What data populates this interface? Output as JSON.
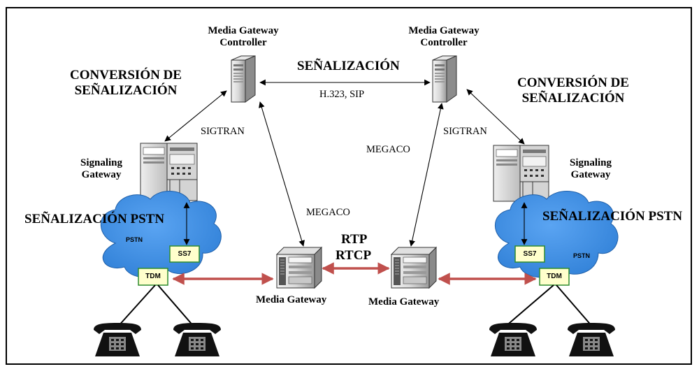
{
  "labels": {
    "mgc_left": "Media Gateway\nController",
    "mgc_right": "Media Gateway\nController",
    "senalizacion": "SEÑALIZACIÓN",
    "h323_sip": "H.323, SIP",
    "conv_left": "CONVERSIÓN DE\nSEÑALIZACIÓN",
    "conv_right": "CONVERSIÓN DE\nSEÑALIZACIÓN",
    "sigtran_left": "SIGTRAN",
    "sigtran_right": "SIGTRAN",
    "megaco_left": "MEGACO",
    "megaco_right": "MEGACO",
    "sg_left": "Signaling\nGateway",
    "sg_right": "Signaling\nGateway",
    "pstn_sig_left": "SEÑALIZACIÓN PSTN",
    "pstn_sig_right": "SEÑALIZACIÓN PSTN",
    "rtp": "RTP",
    "rtcp": "RTCP",
    "mg_left": "Media Gateway",
    "mg_right": "Media Gateway"
  },
  "clouds": {
    "left": {
      "name": "PSTN",
      "ss7": "SS7",
      "tdm": "TDM"
    },
    "right": {
      "name": "PSTN",
      "ss7": "SS7",
      "tdm": "TDM"
    }
  },
  "colors": {
    "cloud": "#3d8be0",
    "box_fill": "#ffffcc",
    "box_border": "#2e8b2e",
    "rtp_arrow": "#c0504d",
    "signal_arrow": "#000000"
  },
  "icons": {
    "controller": "server-tower-icon",
    "signaling_gateway": "server-rack-icon",
    "media_gateway": "gateway-server-icon",
    "telephone": "desk-phone-icon",
    "cloud": "pstn-cloud-icon"
  }
}
